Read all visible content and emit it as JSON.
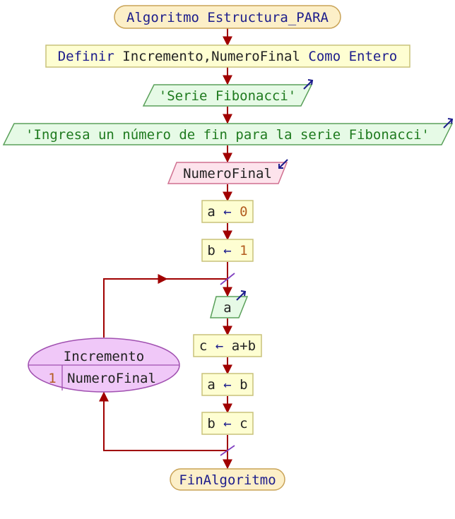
{
  "flowchart": {
    "start": {
      "text": "Algoritmo Estructura_PARA"
    },
    "define": {
      "kw1": "Definir",
      "vars": "Incremento,NumeroFinal",
      "kw2": "Como",
      "type": "Entero"
    },
    "output1": {
      "text": "'Serie Fibonacci'"
    },
    "output2": {
      "text": "'Ingresa un número de fin para la serie Fibonacci'"
    },
    "input1": {
      "text": "NumeroFinal"
    },
    "assign_a0": {
      "lhs": "a",
      "op": "←",
      "rhs": "0"
    },
    "assign_b1": {
      "lhs": "b",
      "op": "←",
      "rhs": "1"
    },
    "loop": {
      "var": "Incremento",
      "start": "1",
      "end": "NumeroFinal"
    },
    "output_a": {
      "text": "a"
    },
    "assign_c": {
      "lhs": "c",
      "op": "←",
      "rhs": "a+b"
    },
    "assign_ab": {
      "lhs": "a",
      "op": "←",
      "rhs": "b"
    },
    "assign_bc": {
      "lhs": "b",
      "op": "←",
      "rhs": "c"
    },
    "end": {
      "text": "FinAlgoritmo"
    }
  },
  "colors": {
    "connector": "#a00000",
    "start_fill": "#fcefc8",
    "start_stroke": "#c9a357",
    "process_fill": "#fefed2",
    "process_stroke": "#c9c27a",
    "output_fill": "#e6fae6",
    "output_stroke": "#5aa05a",
    "input_fill": "#fde3ec",
    "input_stroke": "#d07090",
    "loop_fill": "#f0c8f8",
    "loop_stroke": "#a050b0",
    "arrow_marker": "#1c1c8c",
    "loop_tick": "#8040c0"
  }
}
